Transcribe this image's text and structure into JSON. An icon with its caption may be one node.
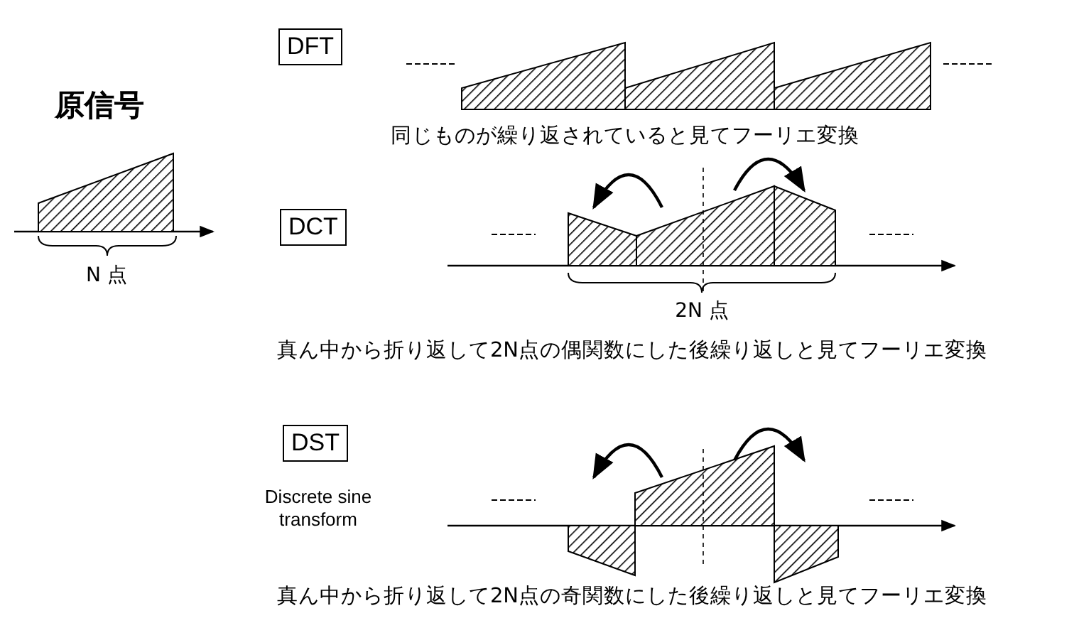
{
  "diagram": {
    "nodes": [
      {
        "text": [
          "DFT"
        ]
      },
      {
        "text": [
          "DCT"
        ]
      },
      {
        "text": [
          "DST"
        ],
        "beside": [
          "Discrete sine transform"
        ]
      }
    ],
    "labels": [
      "原信号",
      "同じものが繰り返されていると見てフーリエ変換",
      "N 点",
      "2N 点",
      "真ん中から折り返して2N点の偶関数にした後繰り返しと見てフーリエ変換",
      "真ん中から折り返して2N点の奇関数にした後繰り返しと見てフーリエ変換"
    ]
  }
}
